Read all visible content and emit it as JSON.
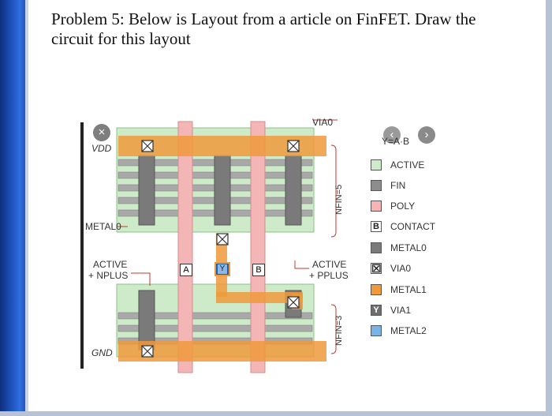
{
  "problem": {
    "line1": "Problem 5:  Below is Layout from a article on FinFET.   Draw the",
    "line2": "circuit for this layout"
  },
  "viewer": {
    "close_glyph": "×",
    "prev_glyph": "‹",
    "next_glyph": "›"
  },
  "layout": {
    "vdd": "VDD",
    "gnd": "GND",
    "metal0": "METAL0",
    "active_nplus_1": "ACTIVE",
    "active_nplus_2": "+ NPLUS",
    "active_pplus_1": "ACTIVE",
    "active_pplus_2": "+ PPLUS",
    "via0_top": "VIA0",
    "nfin5": "NFIN=5",
    "nfin3": "NFIN=3",
    "pin_a": "A",
    "pin_y": "Y",
    "pin_b": "B",
    "equation": "Y=A·B"
  },
  "legend": [
    {
      "label": "ACTIVE",
      "color": "#cdebc8",
      "mark": ""
    },
    {
      "label": "FIN",
      "color": "#8d8d8d",
      "mark": ""
    },
    {
      "label": "POLY",
      "color": "#f3b5b5",
      "mark": ""
    },
    {
      "label": "CONTACT",
      "color": "#ffffff",
      "mark": "B"
    },
    {
      "label": "METAL0",
      "color": "#7a7a7a",
      "mark": ""
    },
    {
      "label": "VIA0",
      "color": "#ffffff",
      "mark": "☒"
    },
    {
      "label": "METAL1",
      "color": "#ee9a3c",
      "mark": ""
    },
    {
      "label": "VIA1",
      "color": "#6e6e6e",
      "mark": "Y"
    },
    {
      "label": "METAL2",
      "color": "#78b4e6",
      "mark": ""
    }
  ]
}
